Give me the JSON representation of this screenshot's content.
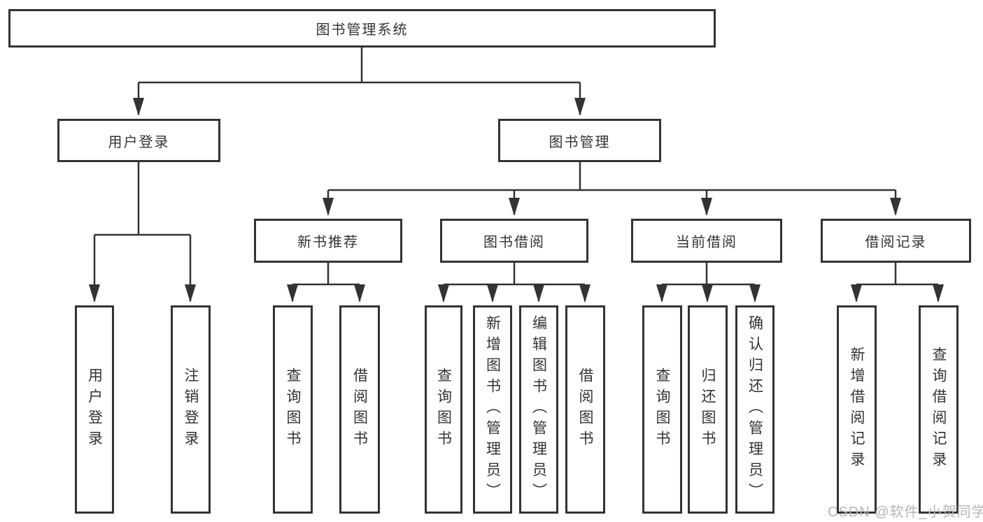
{
  "colors": {
    "line": "#333333",
    "box_border": "#333333",
    "text": "#333333",
    "watermark": "#b5b5b5",
    "background": "#ffffff"
  },
  "watermark": {
    "text": "CSDN @软件_小贺同学"
  },
  "diagram": {
    "root": {
      "label": "图书管理系统"
    },
    "branches": [
      {
        "label": "用户登录",
        "children": [
          {
            "label": "用户登录"
          },
          {
            "label": "注销登录"
          }
        ]
      },
      {
        "label": "图书管理",
        "children": [
          {
            "label": "新书推荐",
            "children": [
              {
                "label": "查询图书"
              },
              {
                "label": "借阅图书"
              }
            ]
          },
          {
            "label": "图书借阅",
            "children": [
              {
                "label": "查询图书"
              },
              {
                "label": "新增图书（管理员）"
              },
              {
                "label": "编辑图书（管理员）"
              },
              {
                "label": "借阅图书"
              }
            ]
          },
          {
            "label": "当前借阅",
            "children": [
              {
                "label": "查询图书"
              },
              {
                "label": "归还图书"
              },
              {
                "label": "确认归还（管理员）"
              }
            ]
          },
          {
            "label": "借阅记录",
            "children": [
              {
                "label": "新增借阅记录"
              },
              {
                "label": "查询借阅记录"
              }
            ]
          }
        ]
      }
    ]
  }
}
